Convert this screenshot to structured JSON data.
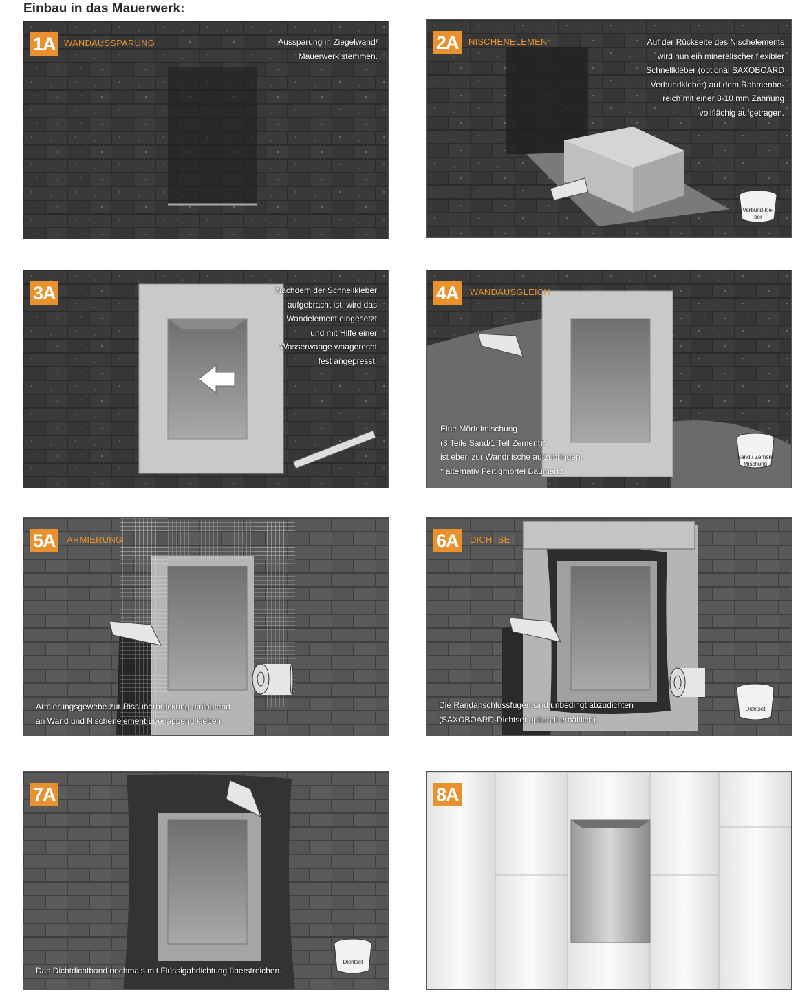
{
  "page_title": "Einbau in das Mauerwerk:",
  "panels": [
    {
      "badge": "1A",
      "title": "WANDAUSSPARUNG",
      "text": "Aussparung in Ziegelwand/\nMauerwerk stemmen."
    },
    {
      "badge": "2A",
      "title": "NISCHENELEMENT",
      "text": "Auf der Rückseite des Nischelements\nwird nun ein mineralischer flexibler\nSchnellkleber (optional SAXOBOARD\nVerbundkleber) auf dem Rahmenbe-\nreich mit einer 8-10 mm Zahnung\nvollflächig aufgetragen.",
      "bucket": "Verbund-kle-\nber"
    },
    {
      "badge": "3A",
      "title": "",
      "text": "Nachdem der Schnellkleber\naufgebracht ist, wird das\nWandelement eingesetzt\nund mit Hilfe einer\nWasserwaage waagerecht\nfest angepresst."
    },
    {
      "badge": "4A",
      "title": "WANDAUSGLEICH",
      "text": "Eine Mörtelmischung\n(3 Teile Sand/1 Teil Zement)*\nist eben zur Wandnische aufzubringen.\n* alternativ Fertigmörtel Baumarkt",
      "bucket": "Sand / Zement\nMischung"
    },
    {
      "badge": "5A",
      "title": "ARMIERUNG",
      "text": "Armierungsgewebe zur Rissüberbrückung umlaufend\nan Wand und Nischenelement überlappend kleben."
    },
    {
      "badge": "6A",
      "title": "DICHTSET",
      "text": "Die Randanschlussfugen sind unbedingt abzudichten\n(SAXOBOARD-Dichtset optional erhältlich).",
      "bucket": "Dichtset"
    },
    {
      "badge": "7A",
      "title": "",
      "text": "Das Dichtdichtband nochmals mit Flüssigabdichtung überstreichen.",
      "bucket": "Dichtset"
    },
    {
      "badge": "8A",
      "title": "",
      "text": ""
    }
  ]
}
